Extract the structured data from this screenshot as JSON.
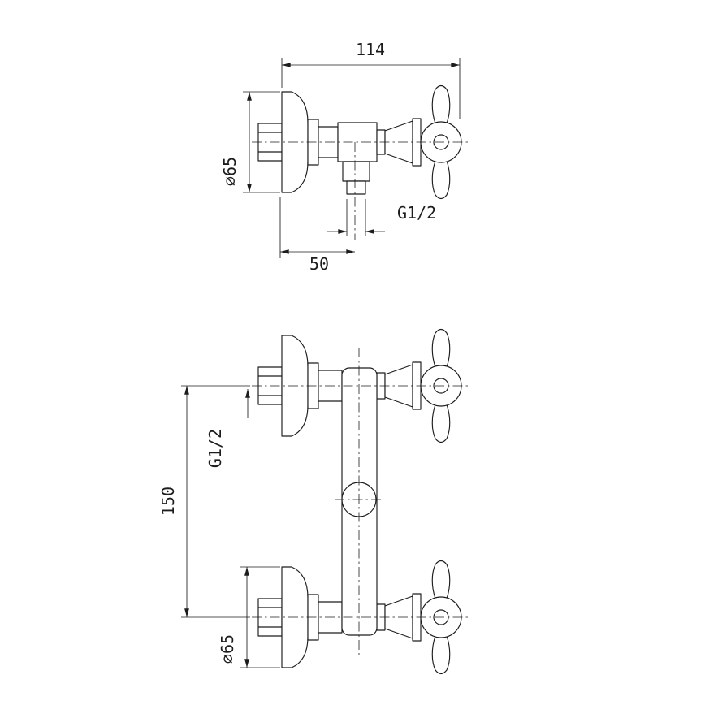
{
  "page": {
    "background": "#ffffff",
    "line_color": "#1c1c1c",
    "description": "Technical dimension drawing of a wall-mounted two-handle shower mixer, side view (top) and front view (bottom)"
  },
  "drawing": {
    "top_view": {
      "dim_width": "114",
      "dim_flange_diameter": "⌀65",
      "dim_outlet_thread": "G1/2",
      "dim_outlet_offset": "50"
    },
    "front_view": {
      "dim_centers_distance": "150",
      "dim_inlet_thread": "G1/2",
      "dim_flange_diameter": "⌀65"
    }
  }
}
